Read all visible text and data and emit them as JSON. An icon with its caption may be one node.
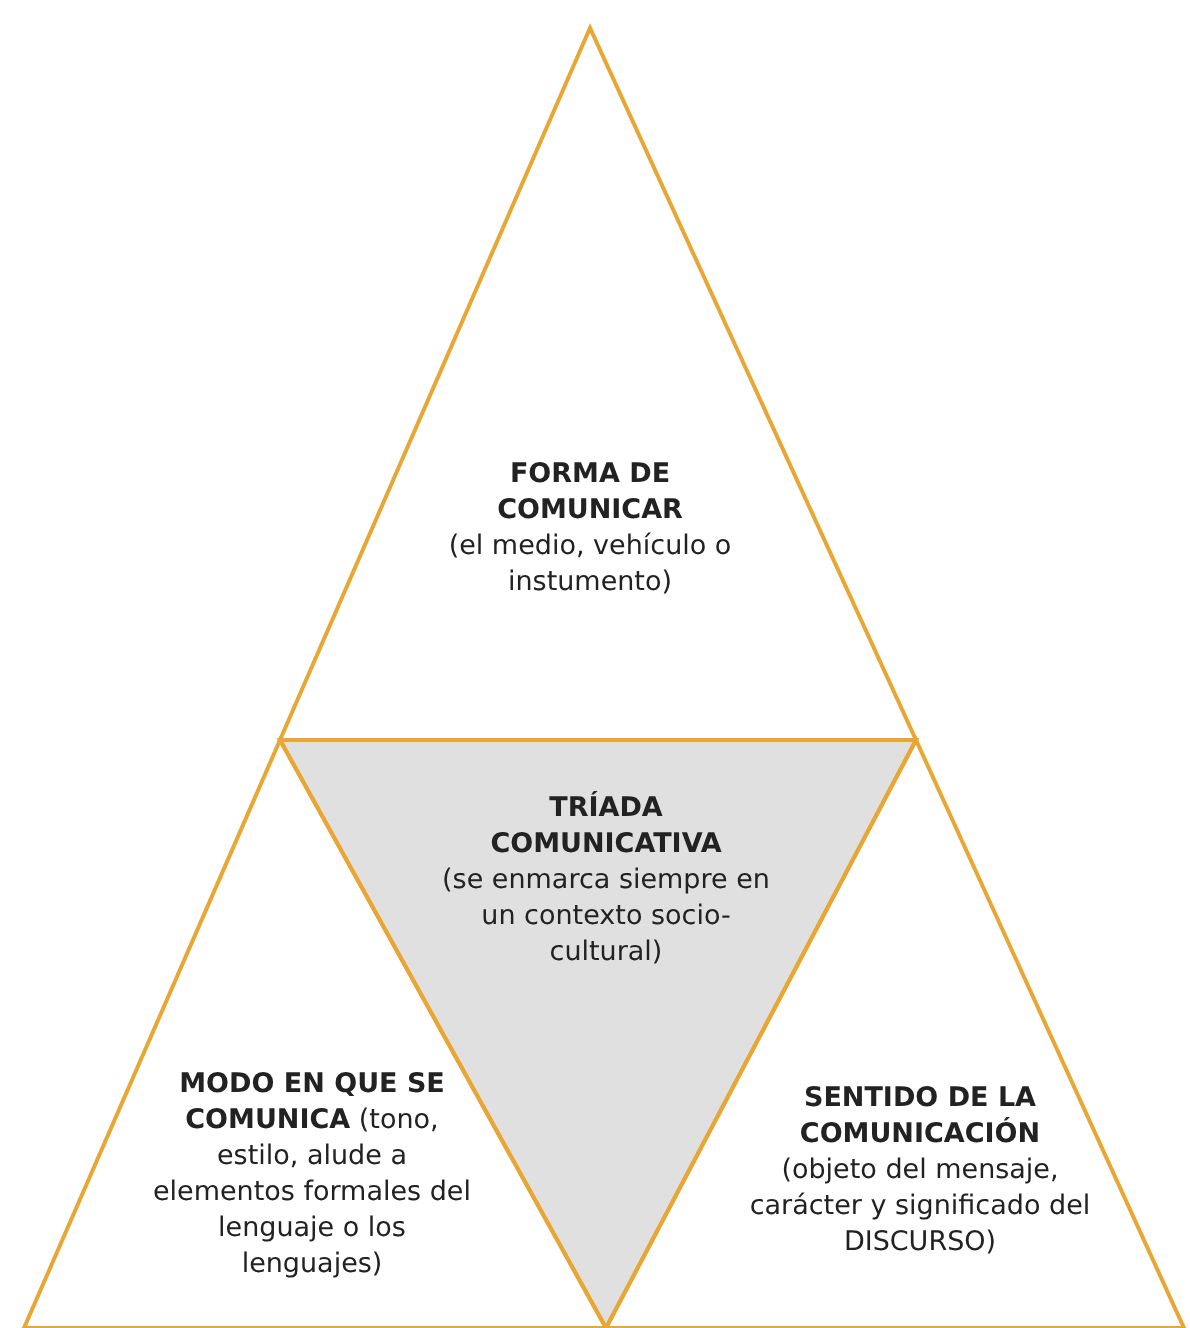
{
  "diagram": {
    "nodes": [
      {
        "text": [
          "FORMA DE COMUNICAR",
          "(el medio, vehículo o instumento)"
        ]
      },
      {
        "text": [
          "TRÍADA COMUNICATIVA",
          "(se enmarca siempre en un contexto socio-cultural)"
        ]
      },
      {
        "text": [
          "MODO EN QUE SE COMUNICA",
          "(tono, estilo, alude a elementos formales del lenguaje o los lenguajes)"
        ]
      },
      {
        "text": [
          "SENTIDO DE LA COMUNICACIÓN",
          "(objeto del mensaje, carácter y significado del DISCURSO)"
        ]
      }
    ],
    "edges": []
  }
}
